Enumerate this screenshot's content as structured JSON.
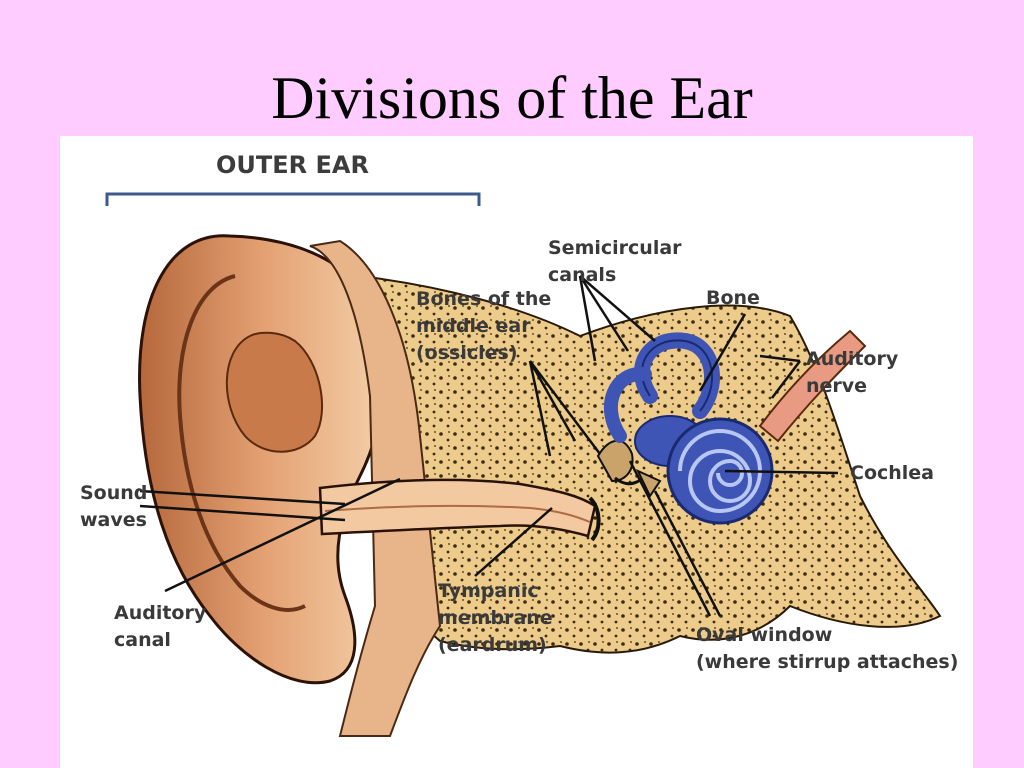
{
  "slide": {
    "title": "Divisions of the Ear",
    "background": "#FFCCFF",
    "panel_color": "#FFFFFF"
  },
  "diagram": {
    "section_label": "OUTER EAR",
    "bracket_color": "#3C5A8C",
    "labels": {
      "semicircular_canals": [
        "Semicircular",
        "canals"
      ],
      "bones_middle_ear": [
        "Bones of the",
        "middle ear",
        "(ossicles)"
      ],
      "bone": [
        "Bone"
      ],
      "auditory_nerve": [
        "Auditory",
        "nerve"
      ],
      "cochlea": [
        "Cochlea"
      ],
      "sound_waves": [
        "Sound",
        "waves"
      ],
      "auditory_canal": [
        "Auditory",
        "canal"
      ],
      "tympanic_membrane": [
        "Tympanic",
        "membrane",
        "(eardrum)"
      ],
      "oval_window": [
        "Oval window",
        "(where stirrup attaches)"
      ]
    },
    "colors": {
      "skin": "#D98C5C",
      "skin_light": "#F2C9A0",
      "bone": "#EDCB8A",
      "inner_ear": "#3F55B5",
      "line": "#111111"
    }
  }
}
